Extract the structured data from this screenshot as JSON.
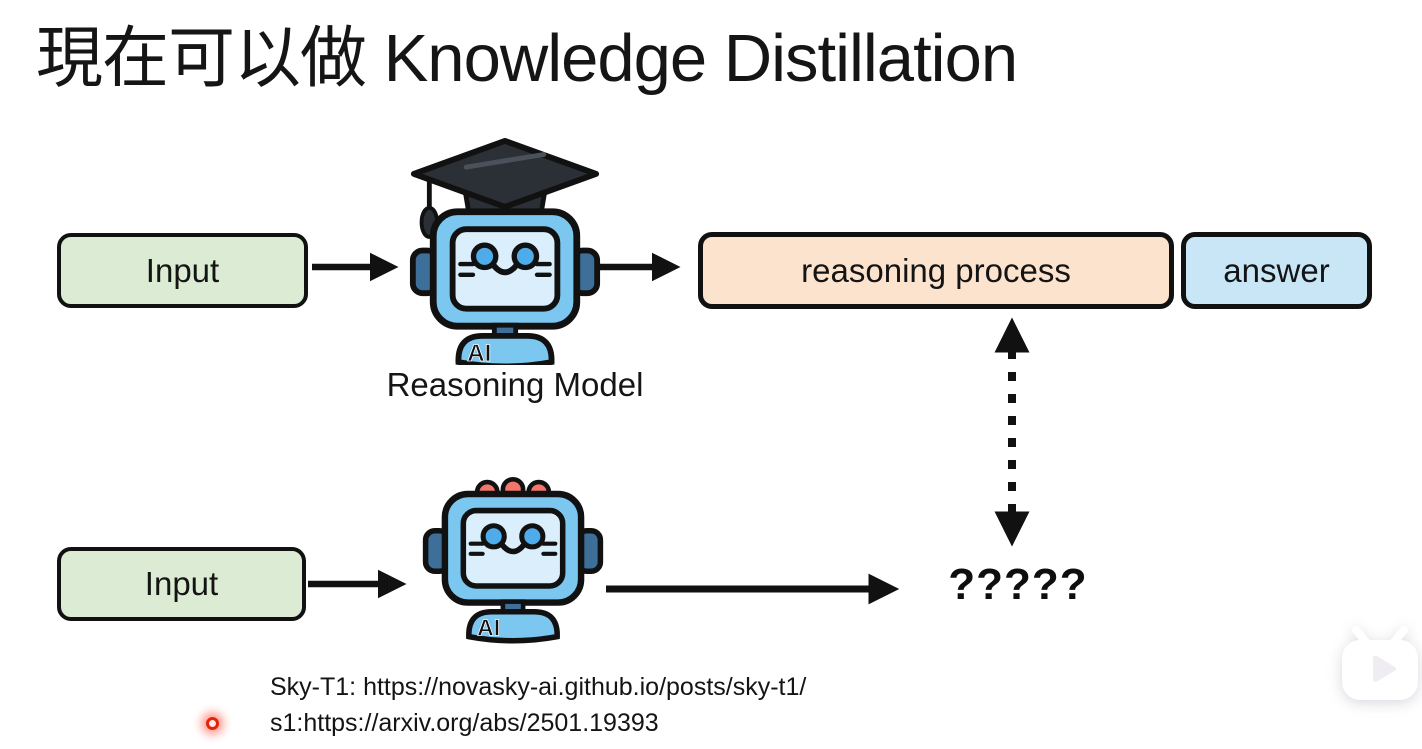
{
  "title": "現在可以做 Knowledge Distillation",
  "top_flow": {
    "input_label": "Input",
    "robot_badge": "AI",
    "model_caption": "Reasoning Model",
    "reasoning_label": "reasoning process",
    "answer_label": "answer"
  },
  "bottom_flow": {
    "input_label": "Input",
    "robot_badge": "AI",
    "unknown_label": "?????"
  },
  "citations": {
    "line1": "Sky-T1: https://novasky-ai.github.io/posts/sky-t1/",
    "line2": "s1:https://arxiv.org/abs/2501.19393"
  },
  "colors": {
    "input_box": "#dcebd3",
    "reasoning_box": "#fbe3ce",
    "answer_box": "#c8e6f6",
    "outline": "#111111",
    "robot_body": "#7cc7f0",
    "robot_screen": "#daeefb",
    "robot_eye": "#4fabe9",
    "robot_dark": "#3d6f99",
    "graduation_cap": "#2a3035",
    "head_bump": "#f3766b",
    "laser": "#e8210a"
  },
  "icons": {
    "top_robot": "graduate-robot-icon",
    "bottom_robot": "student-robot-icon",
    "comparison_arrow": "dotted-double-arrow",
    "watermark": "tv-play-watermark-icon",
    "laser": "laser-pointer-dot"
  }
}
